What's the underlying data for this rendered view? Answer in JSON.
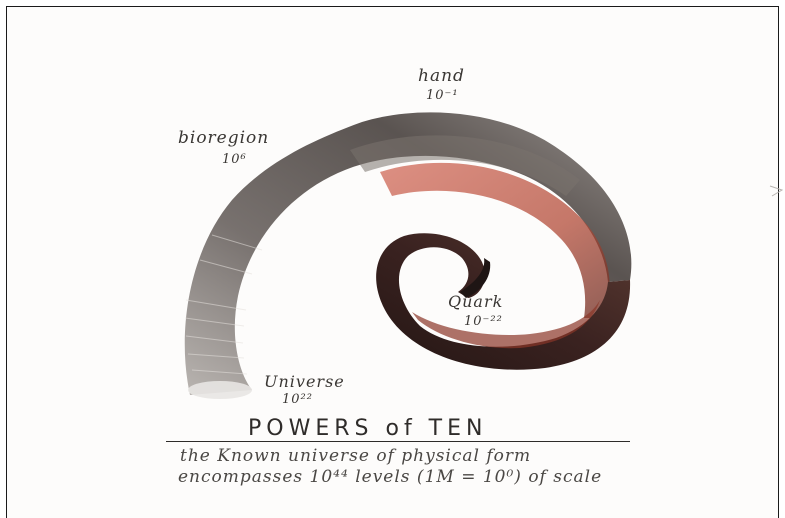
{
  "labels": {
    "hand": {
      "name": "hand",
      "exponent": "10⁻¹"
    },
    "bioregion": {
      "name": "bioregion",
      "exponent": "10⁶"
    },
    "quark": {
      "name": "Quark",
      "exponent": "10⁻²²"
    },
    "universe": {
      "name": "Universe",
      "exponent": "10²²"
    }
  },
  "title": "POWERS of TEN",
  "caption": {
    "line1": "the Known universe of physical form",
    "line2": "encompasses 10⁴⁴ levels (1M = 10⁰) of scale"
  },
  "colors": {
    "spiral_light": "#8a8380",
    "spiral_dark": "#3a3230",
    "spiral_red": "#b24b38",
    "ink": "#3a3734"
  }
}
